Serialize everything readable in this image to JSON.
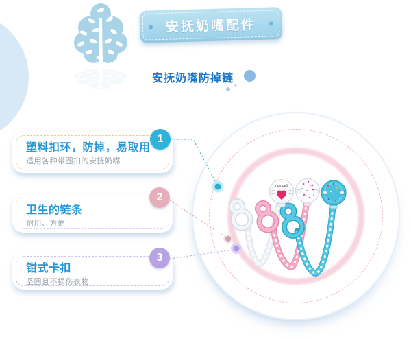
{
  "header": {
    "banner": {
      "label": "安抚奶嘴配件",
      "bg_color": "#aadaee",
      "text_color": "#ffffff"
    },
    "subtitle": {
      "label": "安抚奶嘴防掉链",
      "color": "#1b76c8"
    }
  },
  "features": [
    {
      "number": "1",
      "title": "塑料扣环，防掉，易取用",
      "desc": "适用各种带圈扣的安抚奶嘴",
      "badge_color": "#2db4d8",
      "border_color": "#ecca74",
      "line_color": "#49b8d2",
      "dot_color": "#28aed2",
      "halo_color": "#c5e9f3"
    },
    {
      "number": "2",
      "title": "卫生的链条",
      "desc": "耐用、方便",
      "badge_color": "#e7aeba",
      "border_color": "#ccd9ee",
      "line_color": "#dfa9b5",
      "dot_color": "#cba4ad",
      "halo_color": "#ecdade"
    },
    {
      "number": "3",
      "title": "钳式卡扣",
      "desc": "坚固且不损伤衣物",
      "badge_color": "#b7a3e4",
      "border_color": "#c9c3ec",
      "line_color": "#b9a6e0",
      "dot_color": "#ae97e2",
      "halo_color": "#ddd2f4"
    }
  ],
  "product_area": {
    "disc_label": "mon petit",
    "title_blue": "#2498d8",
    "ring_pink": "#f8d5de"
  },
  "icons": {
    "tree": "tree-icon",
    "heart": "heart-icon",
    "banner_dots": "dot-icon"
  }
}
